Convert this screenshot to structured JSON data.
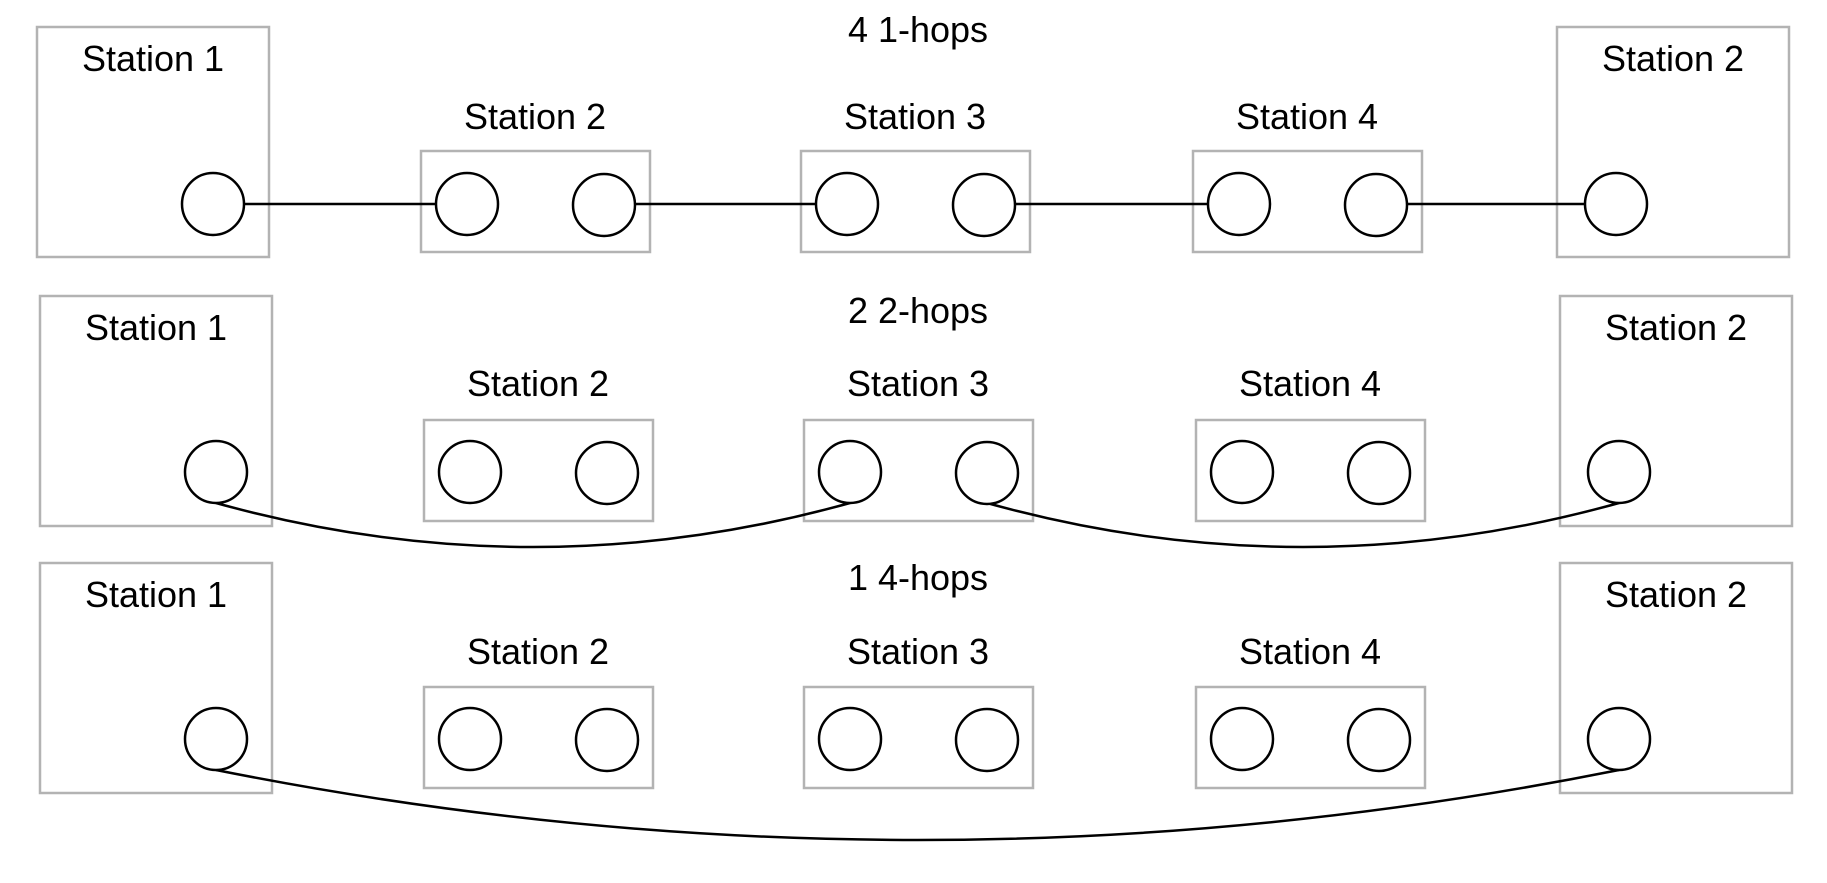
{
  "rows": [
    {
      "title": "4 1-hops",
      "stations": [
        "Station 1",
        "Station 2",
        "Station 3",
        "Station 4",
        "Station 2"
      ],
      "links": [
        [
          [
            0,
            0
          ],
          [
            1,
            0
          ]
        ],
        [
          [
            1,
            1
          ],
          [
            2,
            0
          ]
        ],
        [
          [
            2,
            1
          ],
          [
            3,
            0
          ]
        ],
        [
          [
            3,
            1
          ],
          [
            4,
            0
          ]
        ]
      ]
    },
    {
      "title": "2 2-hops",
      "stations": [
        "Station 1",
        "Station 2",
        "Station 3",
        "Station 4",
        "Station 2"
      ],
      "links": [
        [
          [
            0,
            0
          ],
          [
            2,
            0
          ]
        ],
        [
          [
            2,
            1
          ],
          [
            4,
            0
          ]
        ]
      ]
    },
    {
      "title": "1 4-hops",
      "stations": [
        "Station 1",
        "Station 2",
        "Station 3",
        "Station 4",
        "Station 2"
      ],
      "links": [
        [
          [
            0,
            0
          ],
          [
            4,
            0
          ]
        ]
      ]
    }
  ]
}
